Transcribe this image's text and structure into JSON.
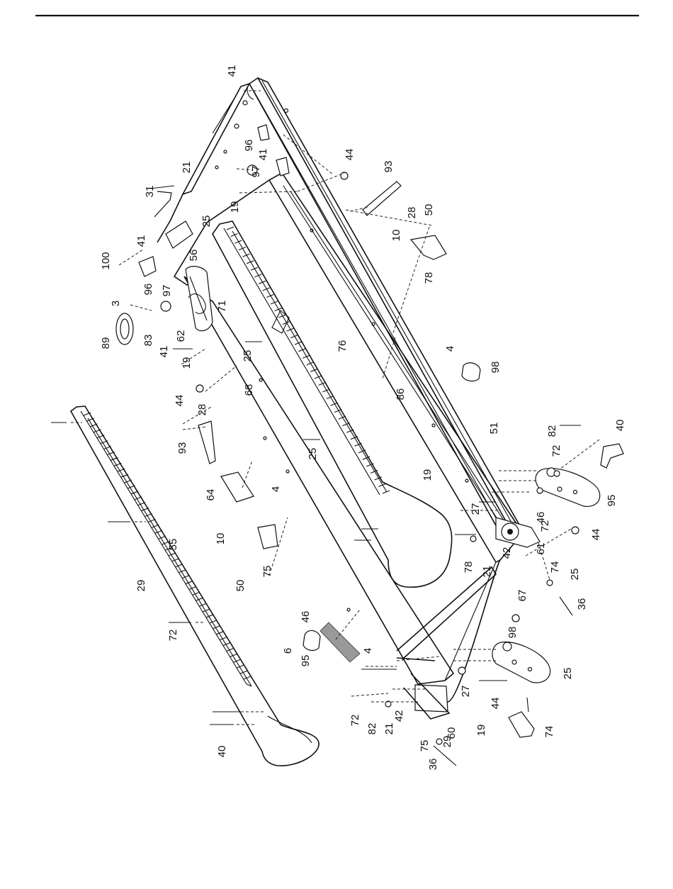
{
  "diagram": {
    "type": "exploded-parts-view",
    "callouts": [
      "41",
      "96",
      "21",
      "31",
      "44",
      "93",
      "97",
      "41",
      "19",
      "28",
      "50",
      "25",
      "100",
      "41",
      "56",
      "10",
      "96",
      "97",
      "3",
      "71",
      "78",
      "89",
      "83",
      "62",
      "76",
      "41",
      "19",
      "25",
      "4",
      "86",
      "98",
      "44",
      "68",
      "28",
      "93",
      "25",
      "51",
      "82",
      "40",
      "72",
      "19",
      "27",
      "95",
      "46",
      "64",
      "4",
      "72",
      "10",
      "44",
      "74",
      "61",
      "50",
      "75",
      "78",
      "21",
      "42",
      "55",
      "25",
      "36",
      "29",
      "67",
      "46",
      "98",
      "72",
      "25",
      "95",
      "6",
      "4",
      "27",
      "44",
      "72",
      "19",
      "82",
      "21",
      "42",
      "60",
      "74",
      "40",
      "75",
      "36",
      "29"
    ]
  }
}
